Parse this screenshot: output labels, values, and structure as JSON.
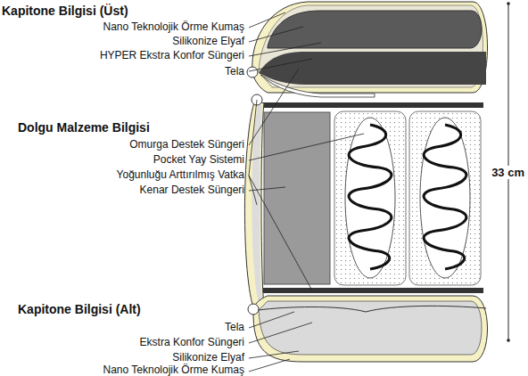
{
  "diagram": {
    "labels": [
      "Kapitone Bilgisi (Üst)",
      "Nano Teknolojik Örme Kumaş",
      "Silikonize Elyaf",
      "HYPER Ekstra Konfor Süngeri",
      "Tela",
      "Dolgu Malzeme Bilgisi",
      "Omurga Destek Süngeri",
      "Pocket Yay Sistemi",
      "Yoğunluğu Arttırılmış Vatka",
      "Kenar Destek Süngeri",
      "Kapitone Bilgisi (Alt)",
      "Tela",
      "Ekstra Konfor Süngeri",
      "Silikonize Elyaf",
      "Nano Teknolojik Örme Kumaş",
      "33 cm"
    ]
  }
}
